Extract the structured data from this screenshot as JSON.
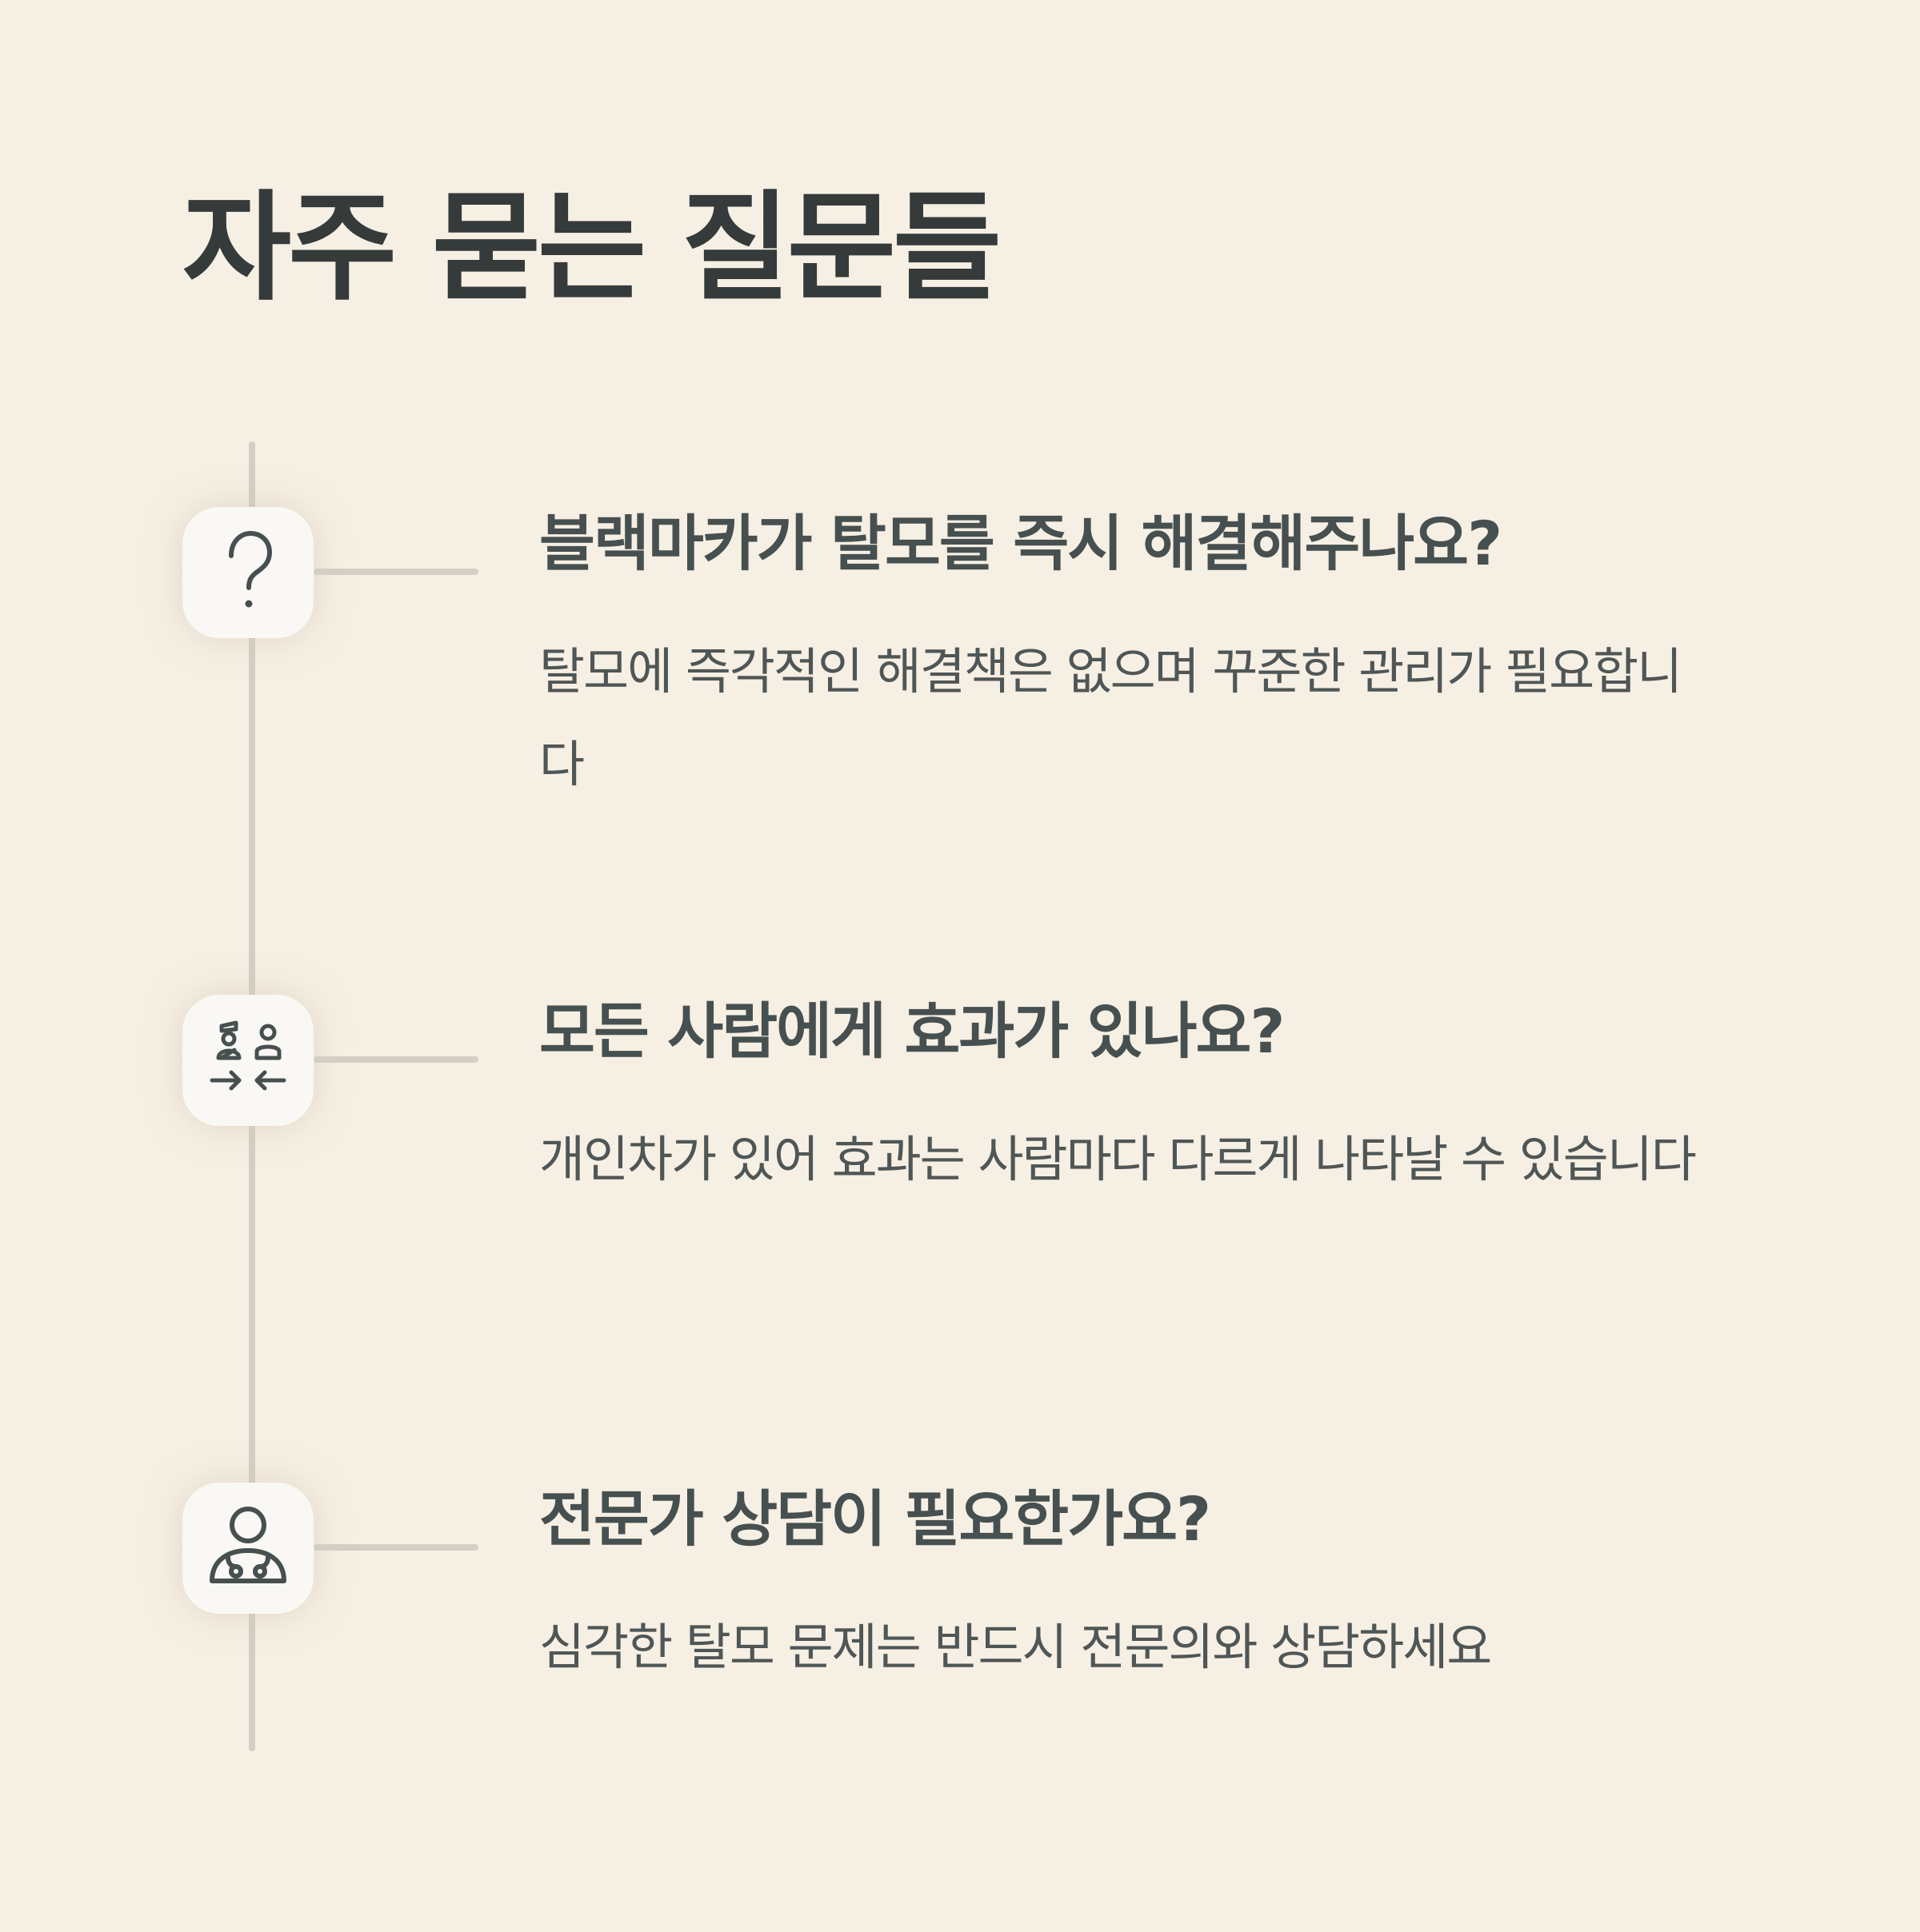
{
  "page": {
    "title": "자주 묻는 질문들"
  },
  "faq": [
    {
      "icon": "question-mark-icon",
      "question": "블랙마카가 탈모를 즉시 해결해주나요?",
      "answer": "탈모에 즉각적인 해결책은 없으며 꾸준한 관리가 필요합니다"
    },
    {
      "icon": "people-compare-icon",
      "question": "모든 사람에게 효과가 있나요?",
      "answer": "개인차가 있어 효과는 사람마다 다르게 나타날 수 있습니다"
    },
    {
      "icon": "doctor-icon",
      "question": "전문가 상담이 필요한가요?",
      "answer": "심각한 탈모 문제는 반드시 전문의와 상담하세요"
    }
  ],
  "colors": {
    "background": "#f6efe3",
    "title": "#353a3a",
    "question": "#475050",
    "answer": "#4f5656",
    "line": "#d3cfc6",
    "icon_box": "#faf8f5",
    "icon_stroke": "#475050"
  }
}
